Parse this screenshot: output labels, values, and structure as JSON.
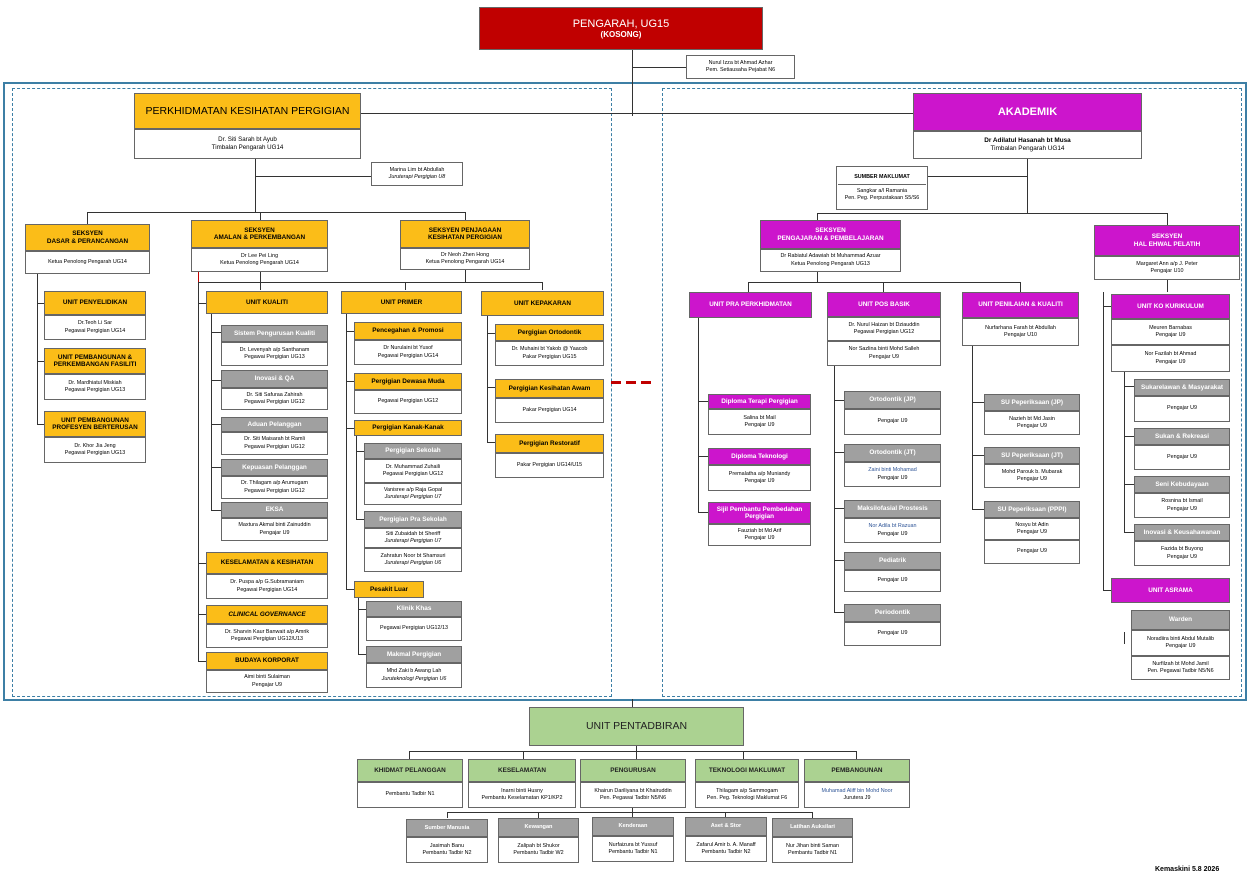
{
  "top": {
    "title": "PENGARAH, UG15",
    "subtitle": "(KOSONG)",
    "assistant_name": "Nurul Izza bt Ahmad Azhar",
    "assistant_title": "Pem. Setiausaha Pejabat  N6"
  },
  "pkp": {
    "title": "PERKHIDMATAN KESIHATAN PERGIGIAN",
    "name": "Dr. Siti Sarah bt Ayub",
    "role": "Timbalan Pengarah UG14",
    "marina_name": "Marina Lim bt Abdullah",
    "marina_role": "Juruterapi Pergigian U8"
  },
  "akademik": {
    "title": "AKADEMIK",
    "name": "Dr Adilatul Hasanah bt Musa",
    "role": "Timbalan Pengarah UG14",
    "sm_title": "SUMBER MAKLUMAT",
    "sm_name": "Sangkar a/l Ramania",
    "sm_role": "Pen. Peg. Perpustakaan S5/S6"
  },
  "seksyen": {
    "dasar": {
      "t1": "SEKSYEN",
      "t2": "DASAR & PERANCANGAN",
      "role": "Ketua Penolong Pengarah UG14"
    },
    "amalan": {
      "t1": "SEKSYEN",
      "t2": "AMALAN & PERKEMBANGAN",
      "name": "Dr Lee Pei Ling",
      "role": "Ketua Penolong Pengarah UG14"
    },
    "penjagaan": {
      "t1": "SEKSYEN PENJAGAAN",
      "t2": "KESIHATAN PERGIGIAN",
      "name": "Dr Neoh Zhen Hong",
      "role": "Ketua Penolong Pengarah UG14"
    },
    "pengajaran": {
      "t1": "SEKSYEN",
      "t2": "PENGAJARAN & PEMBELAJARAN",
      "name": "Dr Rabiatul Adawiah bt Muhammad Azuar",
      "role": "Ketua Penolong Pengarah UG13"
    },
    "hep": {
      "t1": "SEKSYEN",
      "t2": "HAL EHWAL PELATIH",
      "name": "Margaret Ann a/p J. Peter",
      "role": "Pengajar U10"
    }
  },
  "dasar_units": [
    {
      "title": "UNIT PENYELIDIKAN",
      "name": "Dr.Teoh Li Sar",
      "role": "Pegawai Pergigian UG14"
    },
    {
      "title": "UNIT PEMBANGUNAN & PERKEMBANGAN FASILITI",
      "name": "Dr. Mardhiatul Miskiah",
      "role": "Pegawai Pergigian UG13"
    },
    {
      "title": "UNIT PEMBANGUNAN PROFESYEN BERTERUSAN",
      "name": "Dr. Khor Jia Jeng",
      "role": "Pegawai Pergigian UG13"
    }
  ],
  "kualiti": {
    "title": "UNIT KUALITI",
    "subs": [
      {
        "title": "Sistem Pengurusan Kualiti",
        "name": "Dr. Levenyah a/p Santhanam",
        "role": "Pegawai Pergigian UG13"
      },
      {
        "title": "Inovasi & QA",
        "name": "Dr. Siti Safuraa Zahirah",
        "role": "Pegawai Pergigian UG12"
      },
      {
        "title": "Aduan Pelanggan",
        "name": "Dr. Siti Maisarah bt Ramli",
        "role": "Pegawai Pergigian UG12"
      },
      {
        "title": "Kepuasan  Pelanggan",
        "name": "Dr. Thilagam a/p Arumugam",
        "role": "Pegawai Pergigian UG12"
      },
      {
        "title": "EKSA",
        "name": "Maxtura Akmal binti Zainuddin",
        "role": "Pengajar U9"
      }
    ]
  },
  "amalan_units": [
    {
      "title": "KESELAMATAN & KESIHATAN",
      "name": "Dr. Puspa a/p G.Subramaniam",
      "role": "Pegawai Pergigian UG14"
    },
    {
      "title": "CLINICAL GOVERNANCE",
      "name": "Dr. Sharvin Kaur Banwait a/p Amrik",
      "role": "Pegawai Pergigian UG12/U13"
    },
    {
      "title": "BUDAYA KORPORAT",
      "name": "Aimi binti Sulaiman",
      "role": "Pengajar U9"
    }
  ],
  "primer": {
    "title": "UNIT PRIMER",
    "pencegahan": {
      "title": "Pencegahan & Promosi",
      "name": "Dr Nurulaini bt Yusof",
      "role": "Pegawai Pergigian UG14"
    },
    "dewasa": {
      "title": "Pergigian Dewasa Muda",
      "role": "Pegawai Pergigian UG12"
    },
    "kanak": {
      "title": "Pergigian Kanak-Kanak"
    },
    "sekolah": {
      "title": "Pergigian Sekolah",
      "name": "Dr. Muhammad Zuhaili",
      "role": "Pegawai Pergigian UG12",
      "name2": "Vanisree a/p Raja Gopal",
      "role2": "Juruterapi Pergigian U7"
    },
    "prasekolah": {
      "title": "Pergigian Pra Sekolah",
      "name": "Siti Zubaidah bt Sheriff",
      "role": "Juruterapi Pergigian U7",
      "name2": "Zahratun Noor bt Shamsuri",
      "role2": "Juruterapi Pergigian U6"
    },
    "pesakit": {
      "title": "Pesakit Luar"
    },
    "klinik": {
      "title": "Klinik Khas",
      "role": "Pegawai Pergigian UG12/13"
    },
    "makmal": {
      "title": "Makmal Pergigian",
      "name": "Mhd Zaki b Awang Lah",
      "role": "Juruteknologi Pergigian U6"
    }
  },
  "kepakaran": {
    "title": "UNIT KEPAKARAN",
    "subs": [
      {
        "title": "Pergigian Ortodontik",
        "name": "Dr. Muhaini bt Yakob @ Yaacob",
        "role": "Pakar Pergigian UG15"
      },
      {
        "title": "Pergigian Kesihatan Awam",
        "name": "",
        "role": "Pakar Pergigian UG14"
      },
      {
        "title": "Pergigian Restoratif",
        "name": "",
        "role": "Pakar Pergigian UG14/U15"
      }
    ]
  },
  "prap": {
    "title": "UNIT PRA PERKHIDMATAN",
    "subs": [
      {
        "title": "Diploma Terapi Pergigian",
        "name": "Salina bt Mail",
        "role": "Pengajar U9"
      },
      {
        "title": "Diploma Teknologi",
        "name": "Premalatha a/p Muniandy",
        "role": "Pengajar U9"
      },
      {
        "title": "Sijil Pembantu Pembedahan Pergigian",
        "name": "Fauziah bt Md Arif",
        "role": "Pengajar U9"
      }
    ]
  },
  "posbasik": {
    "title": "UNIT POS BASIK",
    "name": "Dr. Nurul Haizan bt Dziauddin",
    "role": "Pegawai Pergigian UG12",
    "name2": "Nor Sazlina binti Mohd Salleh",
    "role2": "Pengajar U9",
    "subs": [
      {
        "title": "Ortodontik (JP)",
        "name": "",
        "role": "Pengajar U9"
      },
      {
        "title": "Ortodontik (JT)",
        "name": "Zaini binti Mohamad",
        "role": "Pengajar U9"
      },
      {
        "title": "Maksilofasial Prostesis",
        "name": "Nor Adila bt Razuan",
        "role": "Pengajar U9"
      },
      {
        "title": "Pediatrik",
        "name": "",
        "role": "Pengajar U9"
      },
      {
        "title": "Periodontik",
        "name": "",
        "role": "Pengajar U9"
      }
    ]
  },
  "penilaian": {
    "title": "UNIT PENILAIAN & KUALITI",
    "name": "Nurfarhana Farah bt Abdullah",
    "role": "Pengajar U10",
    "subs": [
      {
        "title": "SU Peperiksaan (JP)",
        "name": "Nazieh bt Md Jasin",
        "role": "Pengajar U9"
      },
      {
        "title": "SU Peperiksaan (JT)",
        "name": "Mohd Parouk b. Mubarak",
        "role": "Pengajar U9"
      },
      {
        "title": "SU Peperiksaan (PPPI)",
        "name": "Nosyu bt Adin",
        "role": "Pengajar U9",
        "role2": "Pengajar U9"
      }
    ]
  },
  "kokurikulum": {
    "title": "UNIT KO KURIKULUM",
    "name": "Meuren Barnabas",
    "role": "Pengajar U9",
    "name2": "Nor Fazilah bt Ahmad",
    "role2": "Pengajar U9",
    "subs": [
      {
        "title": "Sukarelawan & Masyarakat",
        "name": "",
        "role": "Pengajar U9"
      },
      {
        "title": "Sukan & Rekreasi",
        "name": "",
        "role": "Pengajar U9"
      },
      {
        "title": "Seni Kebudayaan",
        "name": "Rosnina bt Ismail",
        "role": "Pengajar U9"
      },
      {
        "title": "Inovasi & Keusahawanan",
        "name": "Fazida bt Buyong",
        "role": "Pengajar U9"
      }
    ]
  },
  "asrama": {
    "title": "UNIT ASRAMA",
    "warden": "Warden",
    "name": "Noradiira binti Abdul Mutalib",
    "role": "Pengajar U9",
    "name2": "Nurfilzah bt Mohd Jamil",
    "role2": "Pen. Pegawai Tadbir N5/N6"
  },
  "pentadbiran": {
    "title": "UNIT PENTADBIRAN",
    "units": [
      {
        "title": "KHIDMAT PELANGGAN",
        "name": "",
        "role": "Pembantu Tadbir N1"
      },
      {
        "title": "KESELAMATAN",
        "name": "Inarni binti Husny",
        "role": "Pembantu Keselamatan KP1/KP2"
      },
      {
        "title": "PENGURUSAN",
        "name": "Khairun Dariliyana bt Khairuddin",
        "role": "Pen. Pegawai Tadbir N5/N6"
      },
      {
        "title": "TEKNOLOGI MAKLUMAT",
        "name": "Thilagam a/p Sammogam",
        "role": "Pen. Peg. Teknologi Maklumat F6"
      },
      {
        "title": "PEMBANGUNAN",
        "name": "Muhamad Aliff bin Mohd Noor",
        "role": "Jurutera J9"
      }
    ],
    "subs": [
      {
        "title": "Sumber Manusia",
        "name": "Jasimah Banu",
        "role": "Pembantu Tadbir N2"
      },
      {
        "title": "Kewangan",
        "name": "Zalipah bt Shukor",
        "role": "Pembantu Tadbir W2"
      },
      {
        "title": "Kenderaan",
        "name": "Nurfaizura bt Yussuf",
        "role": "Pembantu Tadbir N1"
      },
      {
        "title": "Aset & Stor",
        "name": "Zafarul Amir b. A. Manaff",
        "role": "Pembantu Tadbir N2"
      },
      {
        "title": "Latihan Auksilari",
        "name": "Nur Jihan binti Saman",
        "role": "Pembantu Tadbir N1"
      }
    ]
  },
  "footer": "Kemaskini 5.8 2026",
  "colors": {
    "yellow": "#fbbd18",
    "magenta": "#cc15cc",
    "grey": "#a0a0a0",
    "green": "#abd291",
    "red": "#c00000",
    "frame": "#3d7fa5"
  }
}
